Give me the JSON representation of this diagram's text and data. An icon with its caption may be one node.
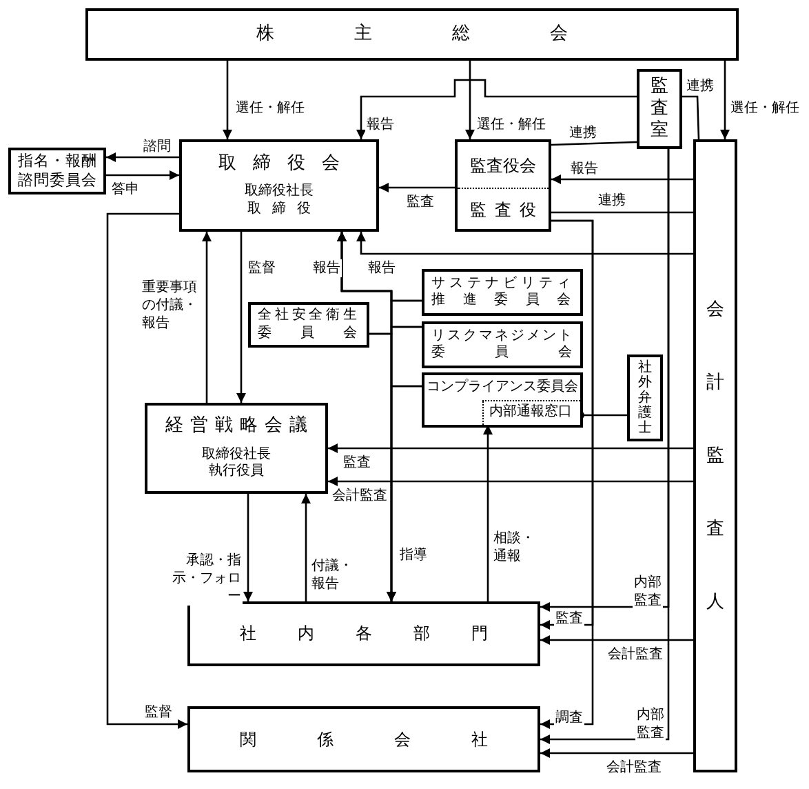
{
  "diagram": {
    "nodes": [
      {
        "text": [
          "株主総会"
        ]
      },
      {
        "text": [
          "指名・報酬諮問委員会"
        ]
      },
      {
        "text": [
          "取締役会",
          "取締役社長",
          "取締役"
        ]
      },
      {
        "text": [
          "監査役会",
          "監査役"
        ]
      },
      {
        "text": [
          "監査室"
        ]
      },
      {
        "text": [
          "会計監査人"
        ]
      },
      {
        "text": [
          "全社安全衛生委員会"
        ]
      },
      {
        "text": [
          "サステナビリティ推進委員会"
        ]
      },
      {
        "text": [
          "リスクマネジメント委員会"
        ]
      },
      {
        "text": [
          "コンプライアンス委員会"
        ]
      },
      {
        "text": [
          "内部通報窓口"
        ],
        "in": 9
      },
      {
        "text": [
          "社外弁護士"
        ]
      },
      {
        "text": [
          "経営戦略会議",
          "取締役社長",
          "執行役員"
        ]
      },
      {
        "text": [
          "社内各部門"
        ]
      },
      {
        "text": [
          "関係会社"
        ]
      }
    ],
    "edges": [
      {
        "from": 0,
        "to": 2,
        "arrow": "to",
        "label": "選任・解任"
      },
      {
        "from": 0,
        "to": 3,
        "arrow": "to",
        "label": "選任・解任"
      },
      {
        "from": 0,
        "to": 5,
        "arrow": "to",
        "label": "選任・解任"
      },
      {
        "from": 4,
        "to": 2,
        "arrow": "to",
        "label": "報告"
      },
      {
        "from": 4,
        "to": 3,
        "arrow": "none",
        "label": "連携"
      },
      {
        "from": 2,
        "to": 1,
        "arrow": "to",
        "label": "諮問"
      },
      {
        "from": 1,
        "to": 2,
        "arrow": "to",
        "label": "答申"
      },
      {
        "from": 3,
        "to": 2,
        "arrow": "to",
        "label": "監査"
      },
      {
        "from": 5,
        "to": 3,
        "arrow": "to",
        "label": "報告"
      },
      {
        "from": 3,
        "to": 5,
        "arrow": "none",
        "label": "連携"
      },
      {
        "from": 4,
        "to": 5,
        "arrow": "none",
        "label": "連携"
      },
      {
        "from": 5,
        "to": 2,
        "arrow": "to",
        "label": "報告"
      },
      {
        "from": 6,
        "to": 2,
        "arrow": "to",
        "label": "報告"
      },
      {
        "from": 7,
        "to": 2,
        "arrow": "to"
      },
      {
        "from": 8,
        "to": 2,
        "arrow": "to"
      },
      {
        "from": 9,
        "to": 2,
        "arrow": "to"
      },
      {
        "from": 6,
        "to": 13,
        "arrow": "to",
        "label": "指導"
      },
      {
        "from": 7,
        "to": 13,
        "arrow": "to"
      },
      {
        "from": 8,
        "to": 13,
        "arrow": "to"
      },
      {
        "from": 9,
        "to": 13,
        "arrow": "to"
      },
      {
        "from": 12,
        "to": 2,
        "arrow": "to",
        "label": "重要事項の付議・報告"
      },
      {
        "from": 2,
        "to": 12,
        "arrow": "to",
        "label": "監督"
      },
      {
        "from": 2,
        "to": 14,
        "arrow": "to",
        "label": "監督"
      },
      {
        "from": 5,
        "to": 12,
        "arrow": "to",
        "label": "監査"
      },
      {
        "from": 5,
        "to": 12,
        "arrow": "to",
        "label": "会計監査"
      },
      {
        "from": 12,
        "to": 13,
        "arrow": "to",
        "label": "承認・指示・フォロー"
      },
      {
        "from": 13,
        "to": 12,
        "arrow": "to",
        "label": "付議・報告"
      },
      {
        "from": 13,
        "to": 10,
        "arrow": "to",
        "label": "相談・通報"
      },
      {
        "from": 11,
        "to": 10,
        "arrow": "other"
      },
      {
        "from": 4,
        "to": 13,
        "arrow": "to",
        "label": "内部監査"
      },
      {
        "from": 3,
        "to": 13,
        "arrow": "to",
        "label": "監査"
      },
      {
        "from": 5,
        "to": 13,
        "arrow": "to",
        "label": "会計監査"
      },
      {
        "from": 3,
        "to": 14,
        "arrow": "to",
        "label": "調査"
      },
      {
        "from": 4,
        "to": 14,
        "arrow": "to",
        "label": "内部監査"
      },
      {
        "from": 5,
        "to": 14,
        "arrow": "to",
        "label": "会計監査"
      }
    ]
  }
}
